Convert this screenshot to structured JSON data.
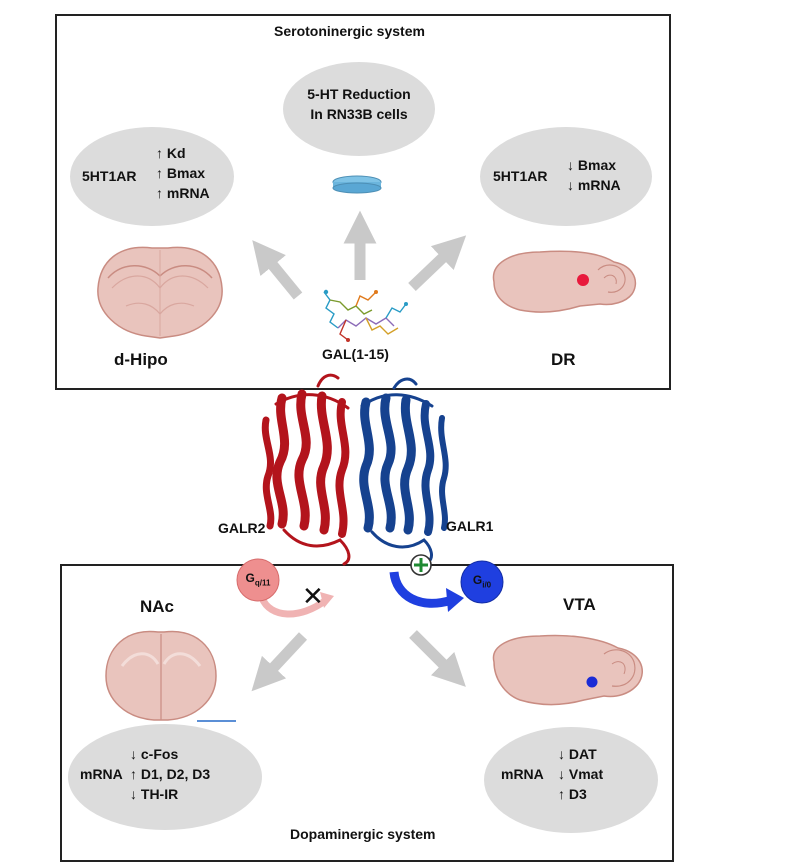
{
  "serotoninergic": {
    "title": "Serotoninergic system",
    "center_ellipse": {
      "line1": "5-HT Reduction",
      "line2": "In RN33B cells"
    },
    "left_ellipse": {
      "receptor": "5HT1AR",
      "lines": [
        "↑ Kd",
        "↑ Bmax",
        "↑ mRNA"
      ]
    },
    "right_ellipse": {
      "receptor": "5HT1AR",
      "lines": [
        "↓ Bmax",
        "↓ mRNA"
      ]
    },
    "left_region": "d-Hipo",
    "right_region": "DR"
  },
  "ligand": {
    "label": "GAL(1-15)"
  },
  "receptors": {
    "left": {
      "label": "GALR2",
      "gprotein": "G",
      "gprotein_sub": "q/11"
    },
    "right": {
      "label": "GALR1",
      "gprotein": "G",
      "gprotein_sub": "i/0"
    },
    "heteromer_symbol": "+",
    "block_symbol": "✕"
  },
  "dopaminergic": {
    "title": "Dopaminergic system",
    "left_region": "NAc",
    "right_region": "VTA",
    "left_ellipse": {
      "prefix": "mRNA",
      "lines": [
        "↓ c-Fos",
        "↑ D1, D2, D3",
        "↓ TH-IR"
      ]
    },
    "right_ellipse": {
      "prefix": "mRNA",
      "lines": [
        "↓ DAT",
        "↓ Vmat",
        "↑ D3"
      ]
    }
  },
  "colors": {
    "ellipse_fill": "#dcdcdc",
    "arrow_gray": "#c9c9c9",
    "brain_fill": "#e9c4bd",
    "brain_stroke": "#c98c82",
    "receptor_red": "#b3141c",
    "receptor_blue": "#16428f",
    "gq_pink": "#ee8f8f",
    "gi_blue": "#1f3fe0",
    "dr_dot": "#e8193c",
    "vta_dot": "#1a2bd6",
    "plus_green": "#1f8a32"
  }
}
